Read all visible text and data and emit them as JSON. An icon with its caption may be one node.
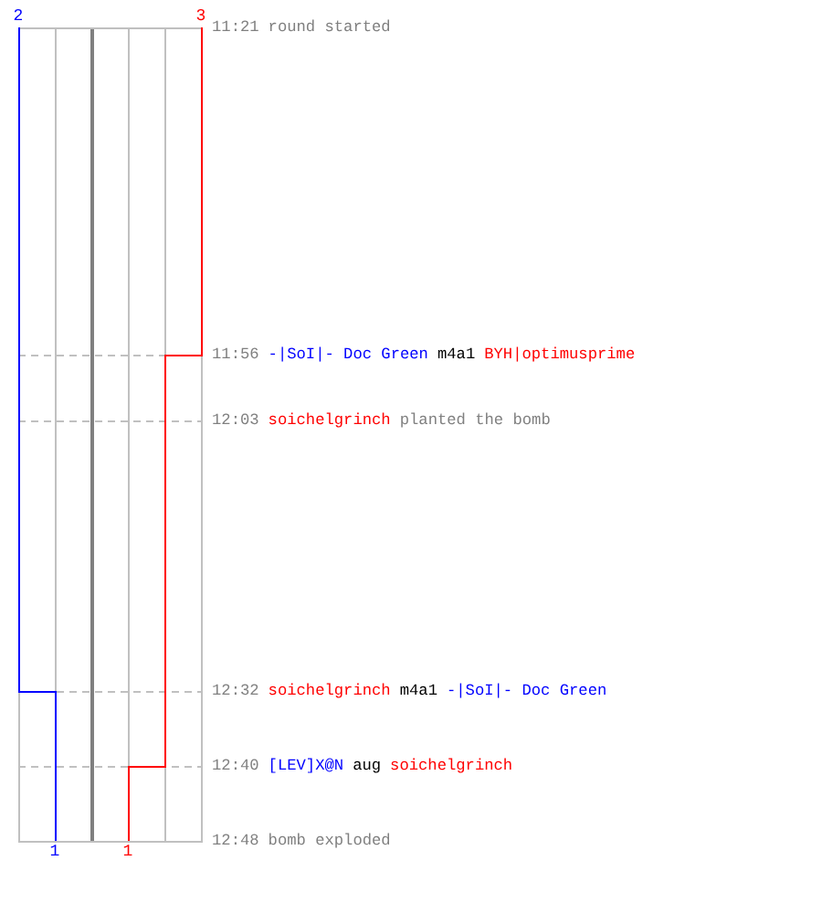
{
  "diagram": {
    "labels": [
      "2",
      "3",
      "11:21",
      "round started",
      "11:56",
      "-|SoI|- Doc Green",
      "m4a1",
      "BYH|optimusprime",
      "12:03",
      "soichelgrinch",
      "planted the bomb",
      "12:32",
      "soichelgrinch",
      "m4a1",
      "-|SoI|- Doc Green",
      "12:40",
      "[LEV]X@N",
      "aug",
      "soichelgrinch",
      "12:48",
      "bomb exploded",
      "1",
      "1"
    ]
  }
}
